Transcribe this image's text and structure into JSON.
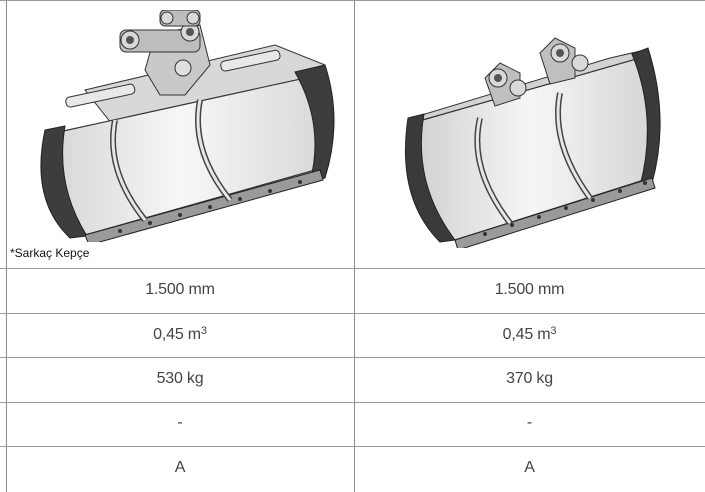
{
  "images": [
    {
      "caption": "*Sarkaç Kepçe",
      "icon": "tilt-bucket-illustration"
    },
    {
      "caption": "",
      "icon": "ditch-cleaning-bucket-illustration"
    }
  ],
  "rows": [
    {
      "left": "1.500 mm",
      "right": "1.500 mm"
    },
    {
      "left_value": "0,45 m",
      "left_sup": "3",
      "right_value": "0,45 m",
      "right_sup": "3"
    },
    {
      "left": "530 kg",
      "right": "370 kg"
    },
    {
      "left": "-",
      "right": "-"
    },
    {
      "left": "A",
      "right": "A"
    }
  ]
}
